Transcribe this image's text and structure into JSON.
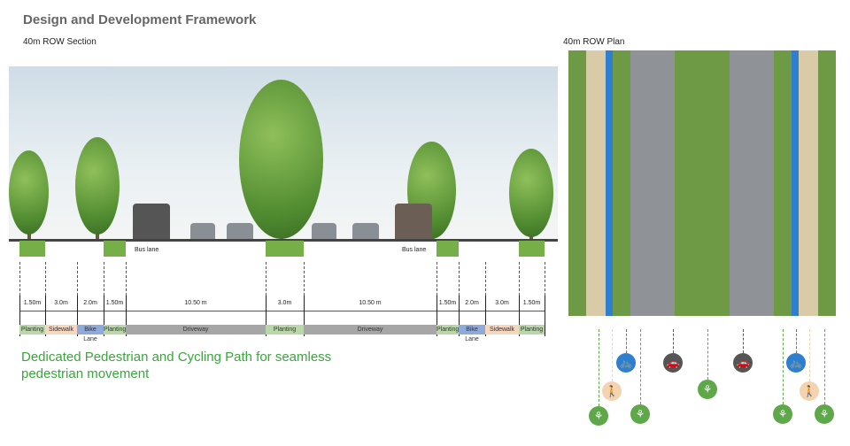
{
  "title": "Design and Development Framework",
  "section_label": "40m ROW Section",
  "plan_label": "40m ROW Plan",
  "bus_lane": "Bus lane",
  "dimensions": [
    "1.50m",
    "3.0m",
    "2.0m",
    "1.50m",
    "10.50 m",
    "3.0m",
    "10.50 m",
    "1.50m",
    "2.0m",
    "3.0m",
    "1.50m"
  ],
  "segments": [
    "Planting",
    "Sidewalk",
    "Bike Lane",
    "Planting",
    "Driveway",
    "Planting",
    "Driveway",
    "Planting",
    "Bike Lane",
    "Sidewalk",
    "Planting"
  ],
  "tagline": "Dedicated Pedestrian and Cycling Path for seamless pedestrian movement",
  "colors": {
    "planting": "#b9d7a8",
    "sidewalk": "#f6d6bd",
    "bike": "#8fa9d8",
    "driveway": "#a6a6a6",
    "green": "#3aa63c"
  }
}
